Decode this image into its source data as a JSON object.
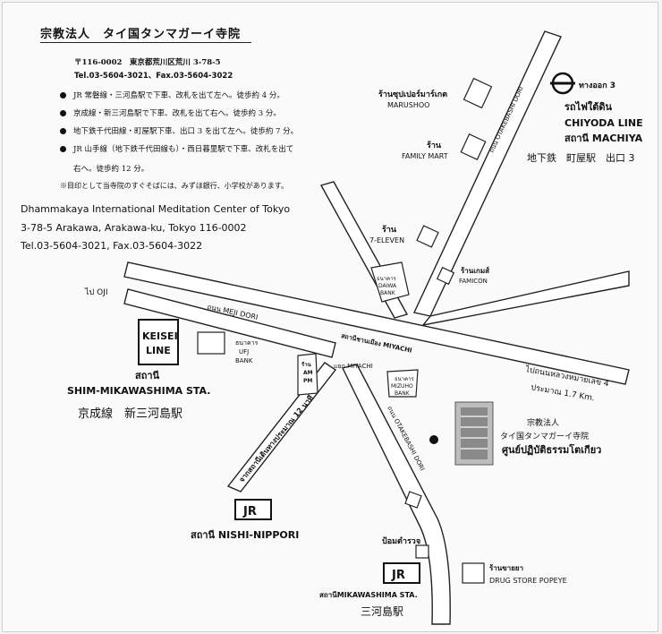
{
  "info": {
    "org_title": "宗教法人　タイ国タンマガーイ寺院",
    "postal_address": "〒116-0002　東京都荒川区荒川 3-78-5",
    "tel_fax_jp": "Tel.03-5604-3021、Fax.03-5604-3022",
    "access": [
      "JR 常磐線・三河島駅で下車、改札を出て左へ。徒歩約 4 分。",
      "京成線・新三河島駅で下車、改札を出て右へ。徒歩約 3 分。",
      "地下鉄千代田線・町屋駅下車、出口 3 を出て左へ。徒歩約 7 分。",
      "JR 山手線（地下鉄千代田線も）・西日暮里駅で下車、改札を出て"
    ],
    "access_cont": "右へ。徒歩約 12 分。",
    "note": "※目印として当寺院のすぐそばには、みずほ銀行、小学校があります。",
    "en_name": "Dhammakaya International Meditation Center of Tokyo",
    "en_address": "3-78-5 Arakawa, Arakawa-ku, Tokyo 116-0002",
    "en_tel": "Tel.03-5604-3021, Fax.03-5604-3022"
  },
  "map": {
    "roads": {
      "meiji_dori_jp": "ถนน MEJI DORI",
      "otakebashi_top": "ถนน OTAKEBASHI DORI",
      "otakebashi_bottom": "ถนน OTAKEBASHI DORI",
      "miyachi_intersection": "สถานีชานเมือง MIYACHI",
      "miyachi_small": "แยก MIYACHI",
      "to_oji": "ไป OJI",
      "walk_from_nippori": "จากสถานีเดินทางประมาณ 12 นาที",
      "to_highway_1": "ไปถนนหลวงหมายเลข 4",
      "to_highway_2": "ประมาณ 1.7 Km."
    },
    "landmarks": {
      "marushoo_th": "ร้านซุปเปอร์มาร์เกต",
      "marushoo_en": "MARUSHOO",
      "familymart_th": "ร้าน",
      "familymart_en": "FAMILY MART",
      "seven_th": "ร้าน",
      "seven_en": "7-ELEVEN",
      "daiwa_1": "ธนาคาร",
      "daiwa_2": "DAIWA",
      "daiwa_3": "BANK",
      "famicon_th": "ร้านเกมส์",
      "famicon_en": "FAMICON",
      "ufj_1": "ธนาคาร",
      "ufj_2": "UFJ",
      "ufj_3": "BANK",
      "ampm_1": "ร้าน",
      "ampm_2": "AM",
      "ampm_3": "PM",
      "mizuho_1": "ธนาคาร",
      "mizuho_2": "MIZUHO",
      "mizuho_3": "BANK",
      "police": "ป้อมตำรวจ",
      "drugstore_th": "ร้านขายยา",
      "drugstore_en": "DRUG STORE POPEYE"
    },
    "stations": {
      "chiyoda_exit": "ทางออก 3",
      "chiyoda_th": "รถไฟใต้ดิน",
      "chiyoda_en": "CHIYODA LINE",
      "machiya_th": "สถานี MACHIYA",
      "machiya_jp": "地下鉄　町屋駅　出口 3",
      "keisei_1": "KEISEI",
      "keisei_2": "LINE",
      "shinmikawa_th": "สถานี",
      "shinmikawa_en": "SHIM-MIKAWASHIMA STA.",
      "shinmikawa_jp": "京成線　新三河島駅",
      "jr_box_1": "JR",
      "nishinippori": "สถานี NISHI-NIPPORI",
      "jr_box_2": "JR",
      "mikawashima_en": "สถานีMIKAWASHIMA STA.",
      "mikawashima_jp": "三河島駅"
    },
    "temple": {
      "org_jp": "宗教法人",
      "name_jp": "タイ国タンマガーイ寺院",
      "name_th": "ศูนย์ปฏิบัติธรรมโตเกียว"
    }
  }
}
